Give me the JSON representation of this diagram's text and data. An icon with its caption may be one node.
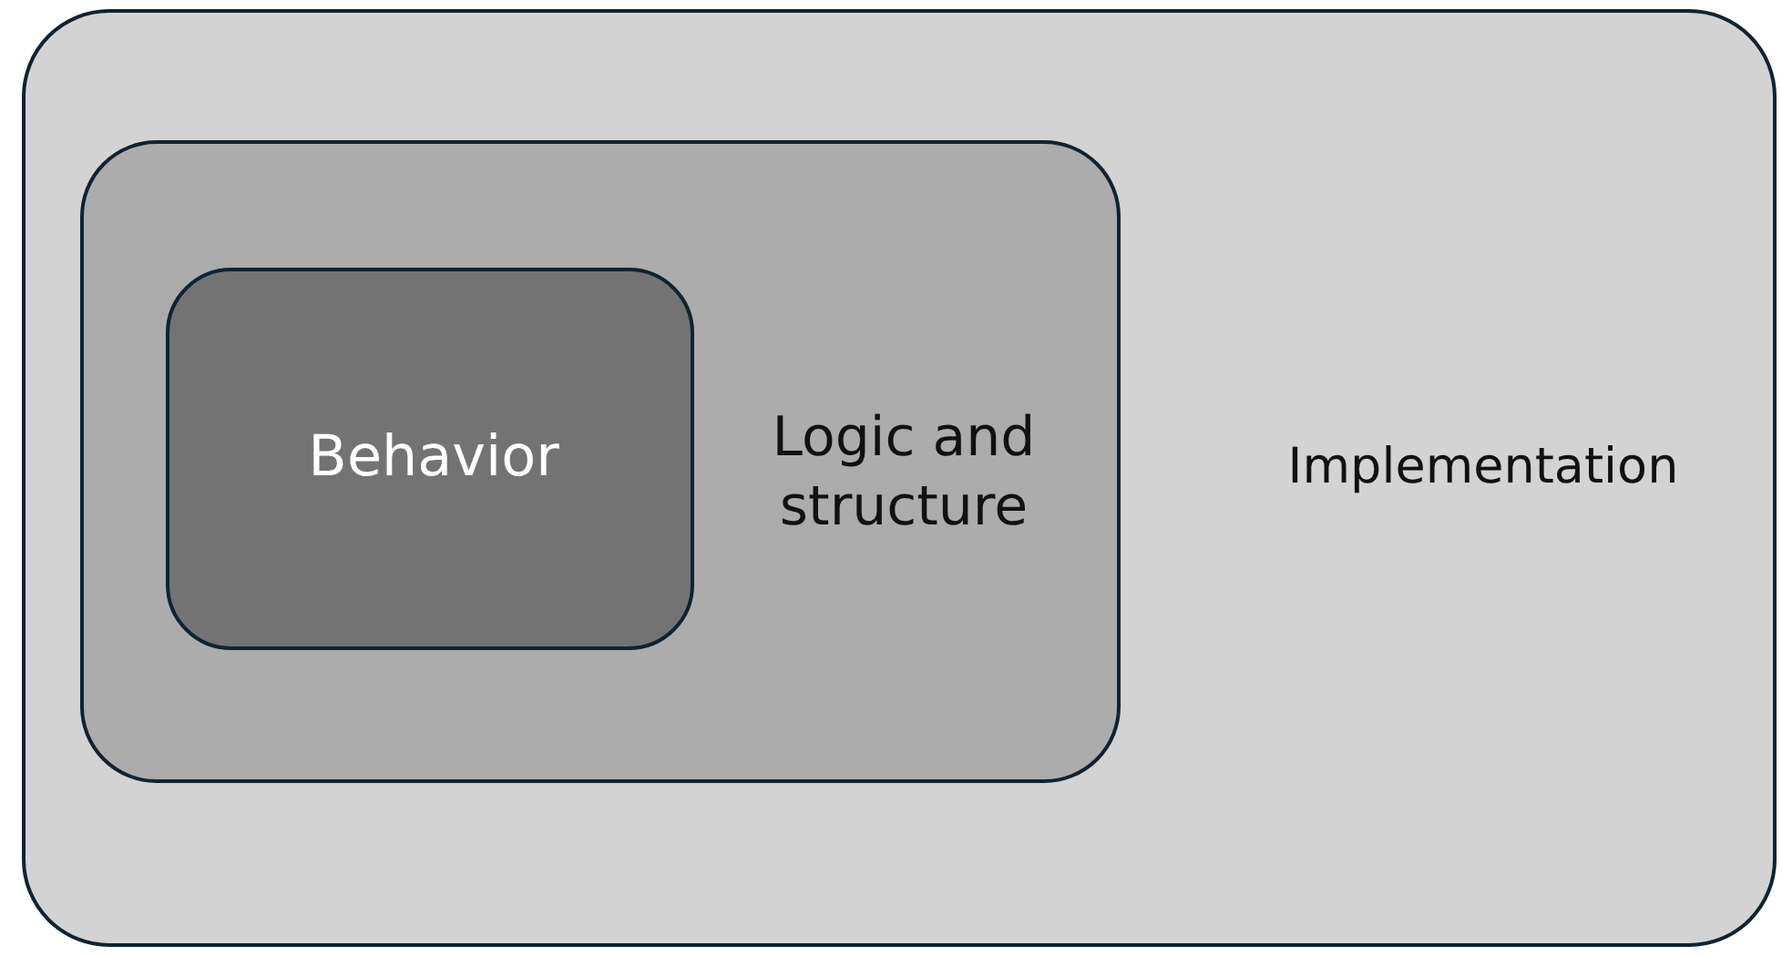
{
  "diagram": {
    "nodes": [
      {
        "text": [
          "Implementation"
        ]
      },
      {
        "text": [
          "Logic and structure"
        ],
        "in": 0
      },
      {
        "text": [
          "Behavior"
        ],
        "in": 1
      }
    ]
  }
}
